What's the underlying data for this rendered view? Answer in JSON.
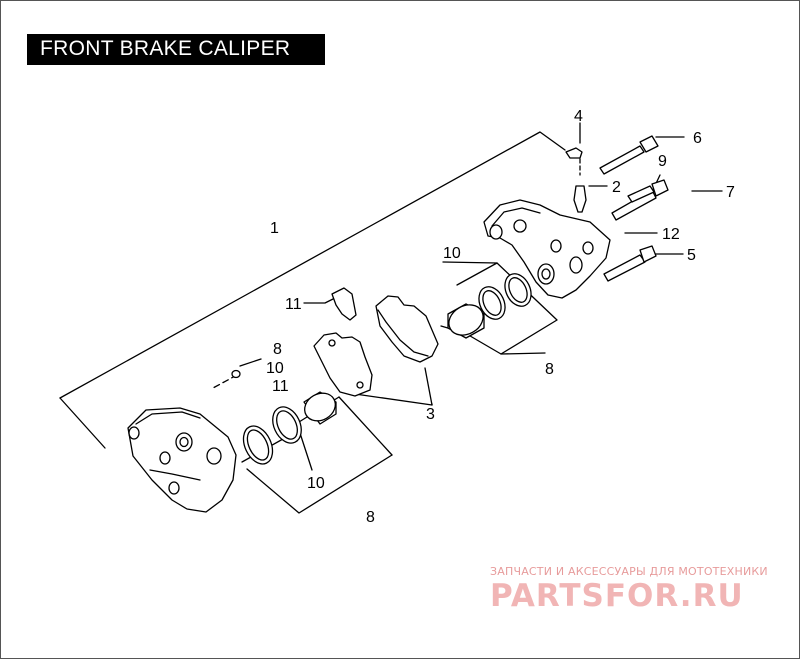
{
  "title": "FRONT BRAKE CALIPER",
  "callouts": {
    "c1": "1",
    "c2": "2",
    "c3": "3",
    "c4": "4",
    "c5": "5",
    "c6": "6",
    "c7": "7",
    "c8a": "8",
    "c8b": "8",
    "c8c": "8",
    "c9": "9",
    "c10a": "10",
    "c10b": "10",
    "c10c": "10",
    "c11a": "11",
    "c11b": "11",
    "c12": "12"
  },
  "watermark": {
    "subtitle": "ЗАПЧАСТИ И АКСЕССУАРЫ ДЛЯ МОТОТЕХНИКИ",
    "brand": "PARTSFOR.RU"
  }
}
